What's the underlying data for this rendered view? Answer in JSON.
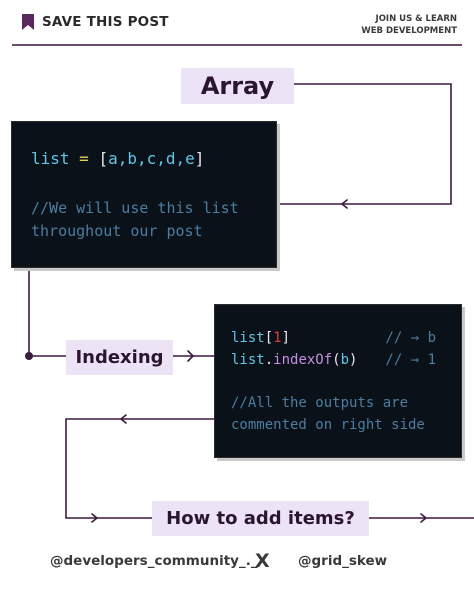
{
  "header": {
    "save_label": "SAVE THIS POST",
    "cta_line1": "JOIN US & LEARN",
    "cta_line2": "WEB DEVELOPMENT",
    "icon": "bookmark-icon",
    "accent": "#5a2a5e"
  },
  "sections": {
    "array_title": "Array",
    "indexing_title": "Indexing",
    "howto_title": "How to add items?"
  },
  "code1": {
    "var": "list",
    "eq": " = ",
    "open": "[",
    "items": "a,b,c,d,e",
    "close": "]",
    "comment1": "//We will use this list",
    "comment2": "throughout our post"
  },
  "code2": {
    "l1_var": "list",
    "l1_open": "[",
    "l1_index": "1",
    "l1_close": "]",
    "l1_comment": "// → b",
    "l2_var": "list",
    "l2_dot": ".",
    "l2_method": "indexOf",
    "l2_open": "(",
    "l2_arg": "b",
    "l2_close": ")",
    "l2_comment": "// → 1",
    "note1": "//All the outputs are",
    "note2": "commented on right side"
  },
  "footer": {
    "left_handle": "@developers_community_._",
    "separator": "X",
    "right_handle": "@grid_skew"
  },
  "colors": {
    "card_bg": "#0b1119",
    "label_bg": "#ece4f6",
    "line": "#3d1a40",
    "comment": "#4b7da1",
    "keyword_cyan": "#5fc8e6",
    "number_red": "#e23b3b",
    "method_purple": "#c48de0"
  }
}
